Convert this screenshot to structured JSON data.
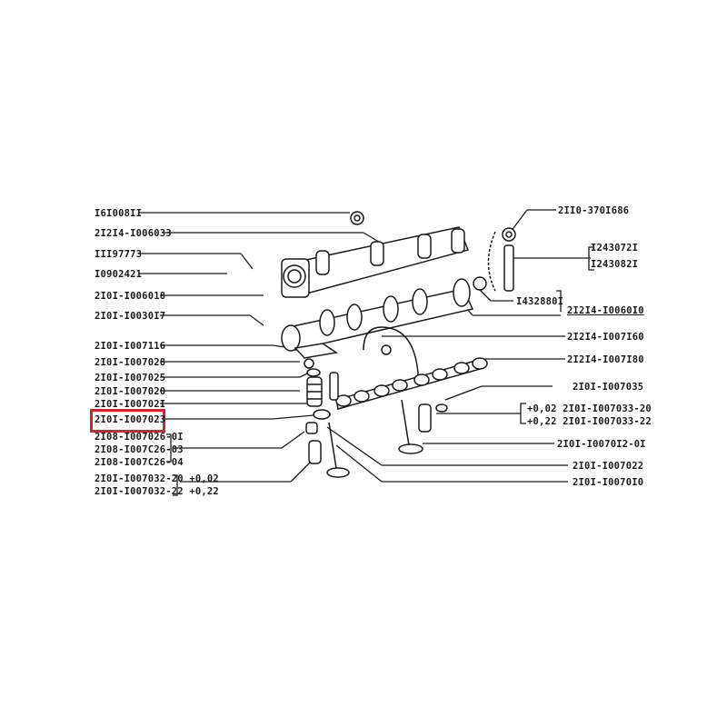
{
  "diagram": {
    "title": "Camshaft and valve mechanism exploded view",
    "highlight_color": "#d8232a",
    "highlighted_part": "2I0I-I007023",
    "left_labels": [
      {
        "id": "l1",
        "text": "I6I008II"
      },
      {
        "id": "l2",
        "text": "2I2I4-I006033"
      },
      {
        "id": "l3",
        "text": "III97773"
      },
      {
        "id": "l4",
        "text": "I0902421"
      },
      {
        "id": "l5",
        "text": "2I0I-I006018"
      },
      {
        "id": "l6",
        "text": "2I0I-I0030I7"
      },
      {
        "id": "l7",
        "text": "2I0I-I007116"
      },
      {
        "id": "l8",
        "text": "2I0I-I007028"
      },
      {
        "id": "l9",
        "text": "2I0I-I007025"
      },
      {
        "id": "l10",
        "text": "2I0I-I007020"
      },
      {
        "id": "l11",
        "text": "2I0I-I00702I"
      },
      {
        "id": "l12",
        "text": "2I0I-I007023"
      },
      {
        "id": "l13",
        "text": "2I08-I007026-0I"
      },
      {
        "id": "l14",
        "text": "2I08-I007C26-03"
      },
      {
        "id": "l15",
        "text": "2I08-I007C26-04"
      },
      {
        "id": "l16",
        "text": "2I0I-I007032-20 +0,02"
      },
      {
        "id": "l17",
        "text": "2I0I-I007032-22 +0,22"
      }
    ],
    "right_labels": [
      {
        "id": "r1",
        "text": "2II0-370I686"
      },
      {
        "id": "r2",
        "text": "I243072I"
      },
      {
        "id": "r3",
        "text": "I243082I"
      },
      {
        "id": "r4",
        "text": "I432880I"
      },
      {
        "id": "r5",
        "text": "2I2I4-I0060I0"
      },
      {
        "id": "r6",
        "text": "2I2I4-I007I60"
      },
      {
        "id": "r7",
        "text": "2I2I4-I007I80"
      },
      {
        "id": "r8",
        "text": "2I0I-I007035"
      },
      {
        "id": "r9",
        "text": "+0,02 2I0I-I007033-20"
      },
      {
        "id": "r10",
        "text": "+0,22 2I0I-I007033-22"
      },
      {
        "id": "r11",
        "text": "2I0I-I0070I2-0I"
      },
      {
        "id": "r12",
        "text": "2I0I-I007022"
      },
      {
        "id": "r13",
        "text": "2I0I-I0070I0"
      }
    ]
  }
}
